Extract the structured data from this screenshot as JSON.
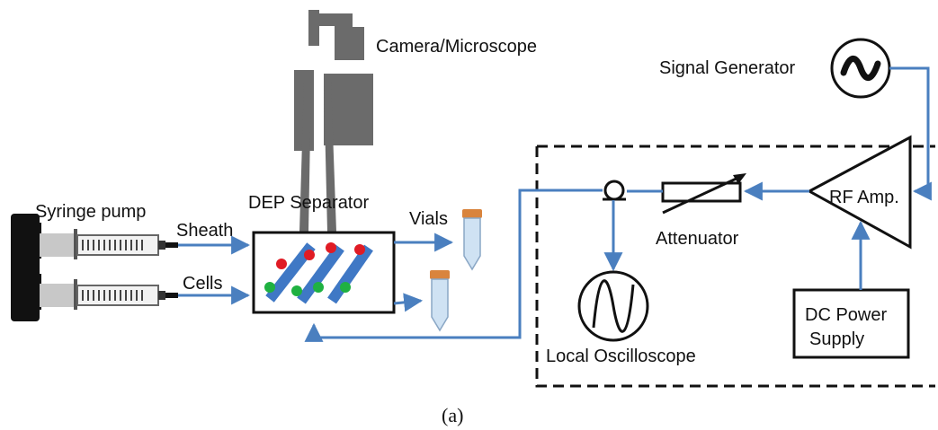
{
  "labels": {
    "camera": "Camera/Microscope",
    "signal_generator": "Signal Generator",
    "syringe_pump": "Syringe pump",
    "dep_separator": "DEP Separator",
    "sheath": "Sheath",
    "cells": "Cells",
    "vials": "Vials",
    "attenuator": "Attenuator",
    "rf_amp": "RF Amp.",
    "dc_power_line1": "DC Power",
    "dc_power_line2": "Supply",
    "local_oscilloscope": "Local Oscilloscope"
  },
  "caption": "(a)",
  "icons": {
    "signal_generator_symbol": "sine-wave-icon",
    "oscilloscope_symbol": "sine-wave-icon",
    "coupler_symbol": "directional-coupler-icon"
  },
  "colors": {
    "wire": "#4a7fbf",
    "electrode": "#3f78c5",
    "particle_red": "#e01b24",
    "particle_green": "#1fb141",
    "camera_body": "#6b6b6b",
    "vial_cap": "#d9843d",
    "vial_body": "#cfe2f3",
    "syringe_body": "#c8c8c8",
    "pump_block": "#111111"
  }
}
